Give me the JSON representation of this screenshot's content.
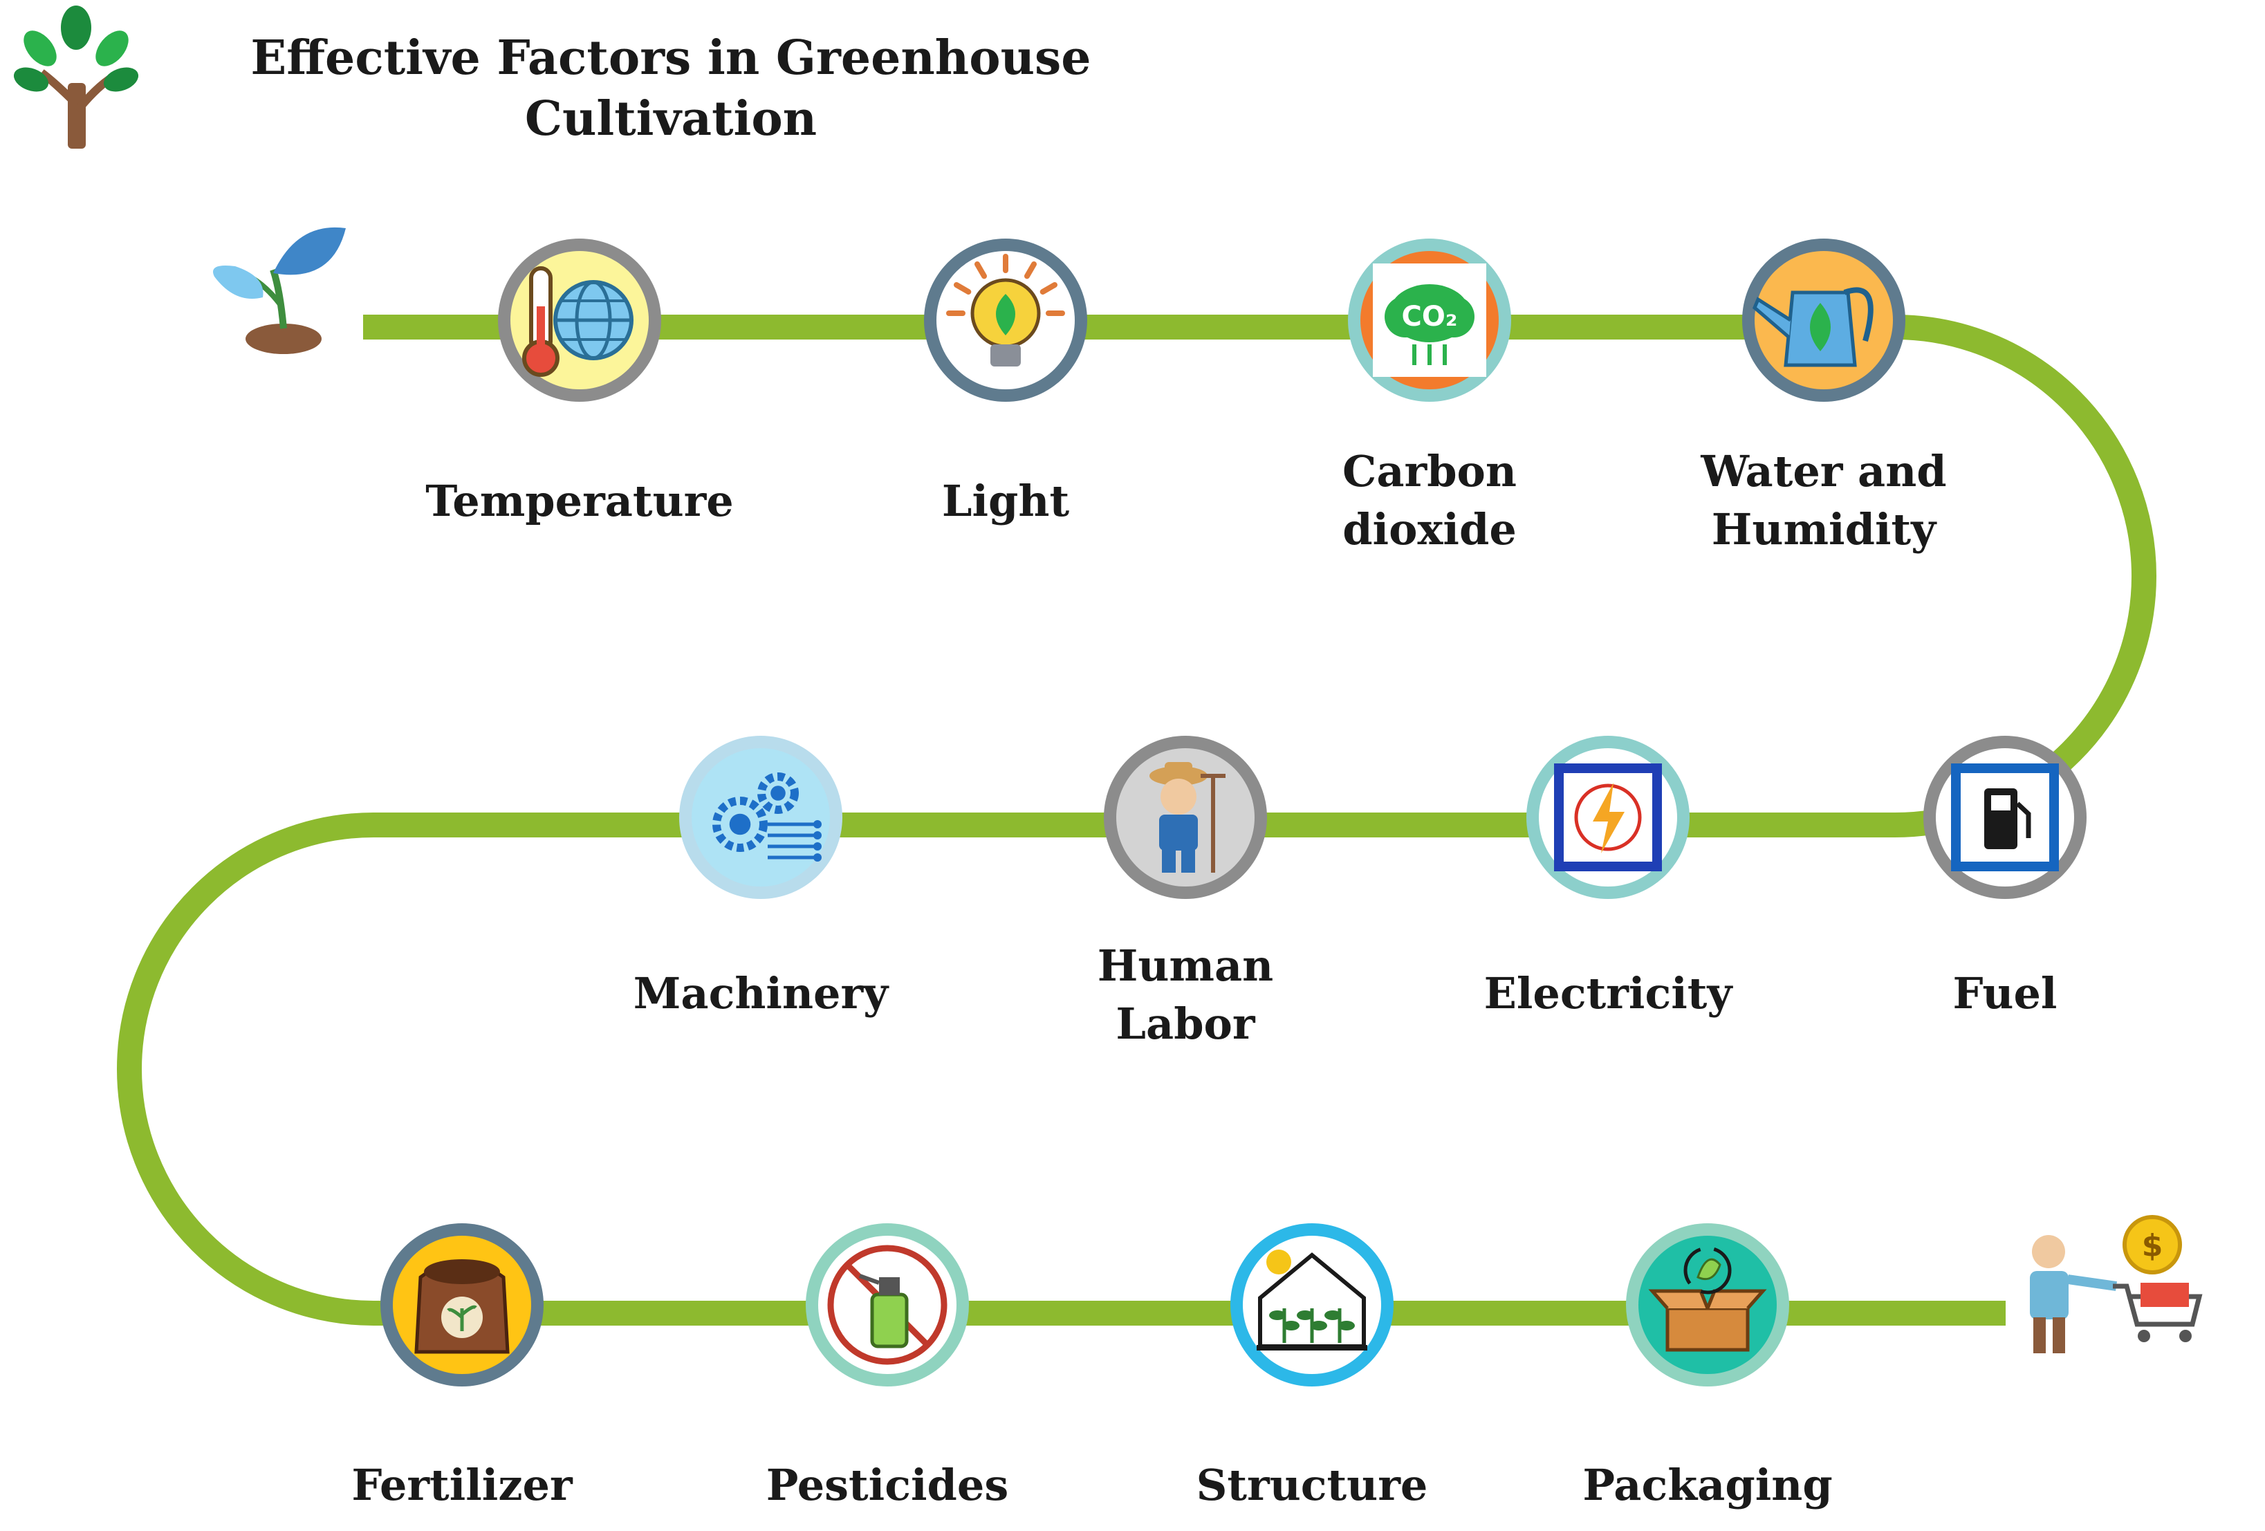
{
  "title": "Effective Factors in Greenhouse\nCultivation",
  "colors": {
    "path": "#8dba2f",
    "text": "#1a1a1a",
    "ring_gray": "#8c8c8c",
    "ring_slate": "#5f7b8e",
    "ring_teal": "#8ccfcb",
    "ring_lightblue": "#b8dcec",
    "ring_mint": "#8fd3bf"
  },
  "factors": [
    {
      "label": "Temperature",
      "icon": "thermometer-globe-icon",
      "fill": "#fcf59a",
      "ring": "#8c8c8c"
    },
    {
      "label": "Light",
      "icon": "light-bulb-leaf-icon",
      "fill": "#ffffff",
      "ring": "#5f7b8e"
    },
    {
      "label": "Carbon\ndioxide",
      "icon": "co2-cloud-icon",
      "fill": "#f37b2c",
      "ring": "#8ccfcb"
    },
    {
      "label": "Water and\nHumidity",
      "icon": "watering-can-icon",
      "fill": "#fbb84e",
      "ring": "#5f7b8e"
    },
    {
      "label": "Fuel",
      "icon": "fuel-pump-icon",
      "fill": "#ffffff",
      "ring": "#8c8c8c"
    },
    {
      "label": "Electricity",
      "icon": "electricity-bolt-icon",
      "fill": "#ffffff",
      "ring": "#8ccfcb"
    },
    {
      "label": "Human\nLabor",
      "icon": "farmer-icon",
      "fill": "#d3d3d3",
      "ring": "#8c8c8c"
    },
    {
      "label": "Machinery",
      "icon": "gears-circuit-icon",
      "fill": "#aee3f5",
      "ring": "#b8dcec"
    },
    {
      "label": "Fertilizer",
      "icon": "fertilizer-sack-icon",
      "fill": "#ffc414",
      "ring": "#5f7b8e"
    },
    {
      "label": "Pesticides",
      "icon": "pesticide-sprayer-icon",
      "fill": "#ffffff",
      "ring": "#8fd3bf"
    },
    {
      "label": "Structure",
      "icon": "greenhouse-icon",
      "fill": "#ffffff",
      "ring": "#2cb8e8"
    },
    {
      "label": "Packaging",
      "icon": "packaging-box-icon",
      "fill": "#1fbfa6",
      "ring": "#8fd3bf"
    }
  ],
  "decor": {
    "corner": "tree-icon",
    "start": "sprout-icon",
    "end": "customer-cart-icon"
  }
}
